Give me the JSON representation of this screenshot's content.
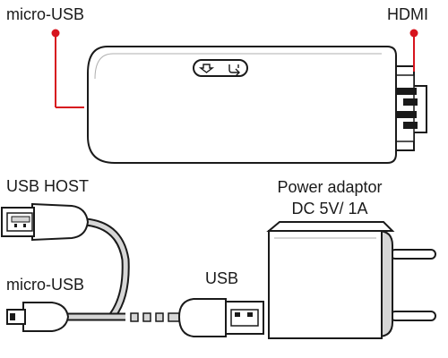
{
  "labels": {
    "micro_usb_top": "micro-USB",
    "hdmi": "HDMI",
    "usb_host": "USB HOST",
    "micro_usb_bottom": "micro-USB",
    "usb": "USB",
    "power_adaptor_line1": "Power adaptor",
    "power_adaptor_line2": "DC 5V/ 1A"
  },
  "colors": {
    "leader": "#d7141e",
    "stroke": "#1a1a1a",
    "cable_fill": "#d6d6d6",
    "body_fill": "#ffffff"
  },
  "icons": {
    "button_left": "download-arrow-icon",
    "button_right": "return-arrow-icon"
  }
}
